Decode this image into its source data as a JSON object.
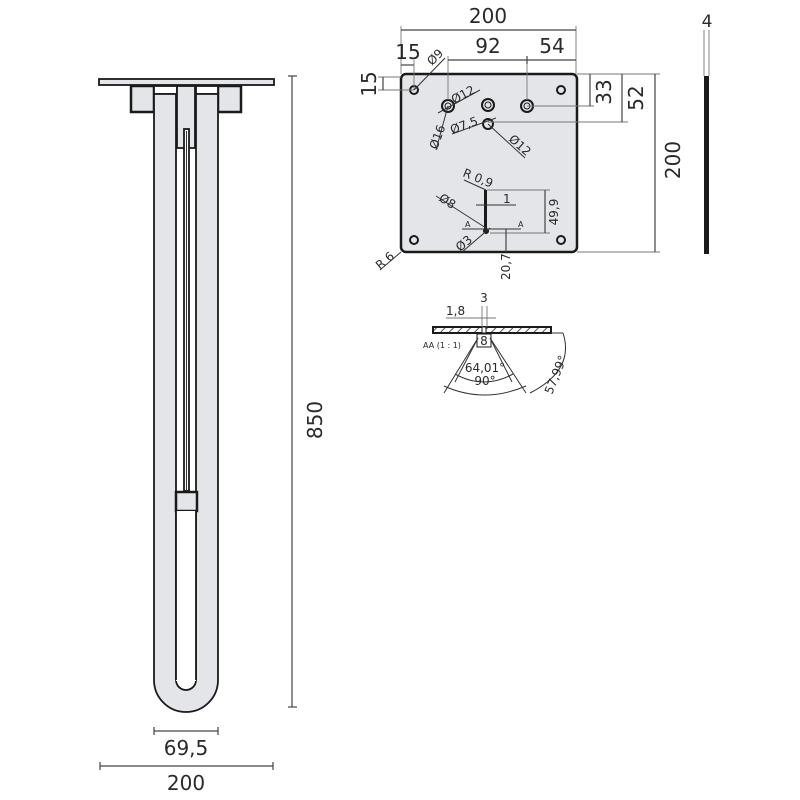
{
  "drawing": {
    "front_view": {
      "height_dim": "850",
      "inner_width_dim": "69,5",
      "total_width_dim": "200"
    },
    "plate_view": {
      "width_dim": "200",
      "height_dim": "200",
      "offset_x_dim": "15",
      "offset_y_dim": "15",
      "hole_spacing_dim": "92",
      "hole_edge_dim": "54",
      "hole_offset_33": "33",
      "hole_offset_52": "52",
      "dia_9": "Ø9",
      "dia_12_a": "Ø12",
      "dia_16": "Ø16",
      "dia_7_5": "Ø7,5",
      "dia_12_b": "Ø12",
      "radius_0_9": "R 0,9",
      "dia_8": "Ø8",
      "dia_3": "Ø3",
      "slot_width": "1",
      "slot_length": "49,9",
      "slot_bottom_offset": "20,7",
      "corner_radius": "R 6",
      "section_marker_left": "A",
      "section_marker_right": "A"
    },
    "side_view": {
      "thickness_dim": "4"
    },
    "section_view": {
      "label": "AA (1 : 1)",
      "dim_1_8": "1,8",
      "dim_3": "3",
      "dim_8": "8",
      "angle_64": "64,01°",
      "angle_90": "90°",
      "angle_57": "57,99°"
    }
  }
}
